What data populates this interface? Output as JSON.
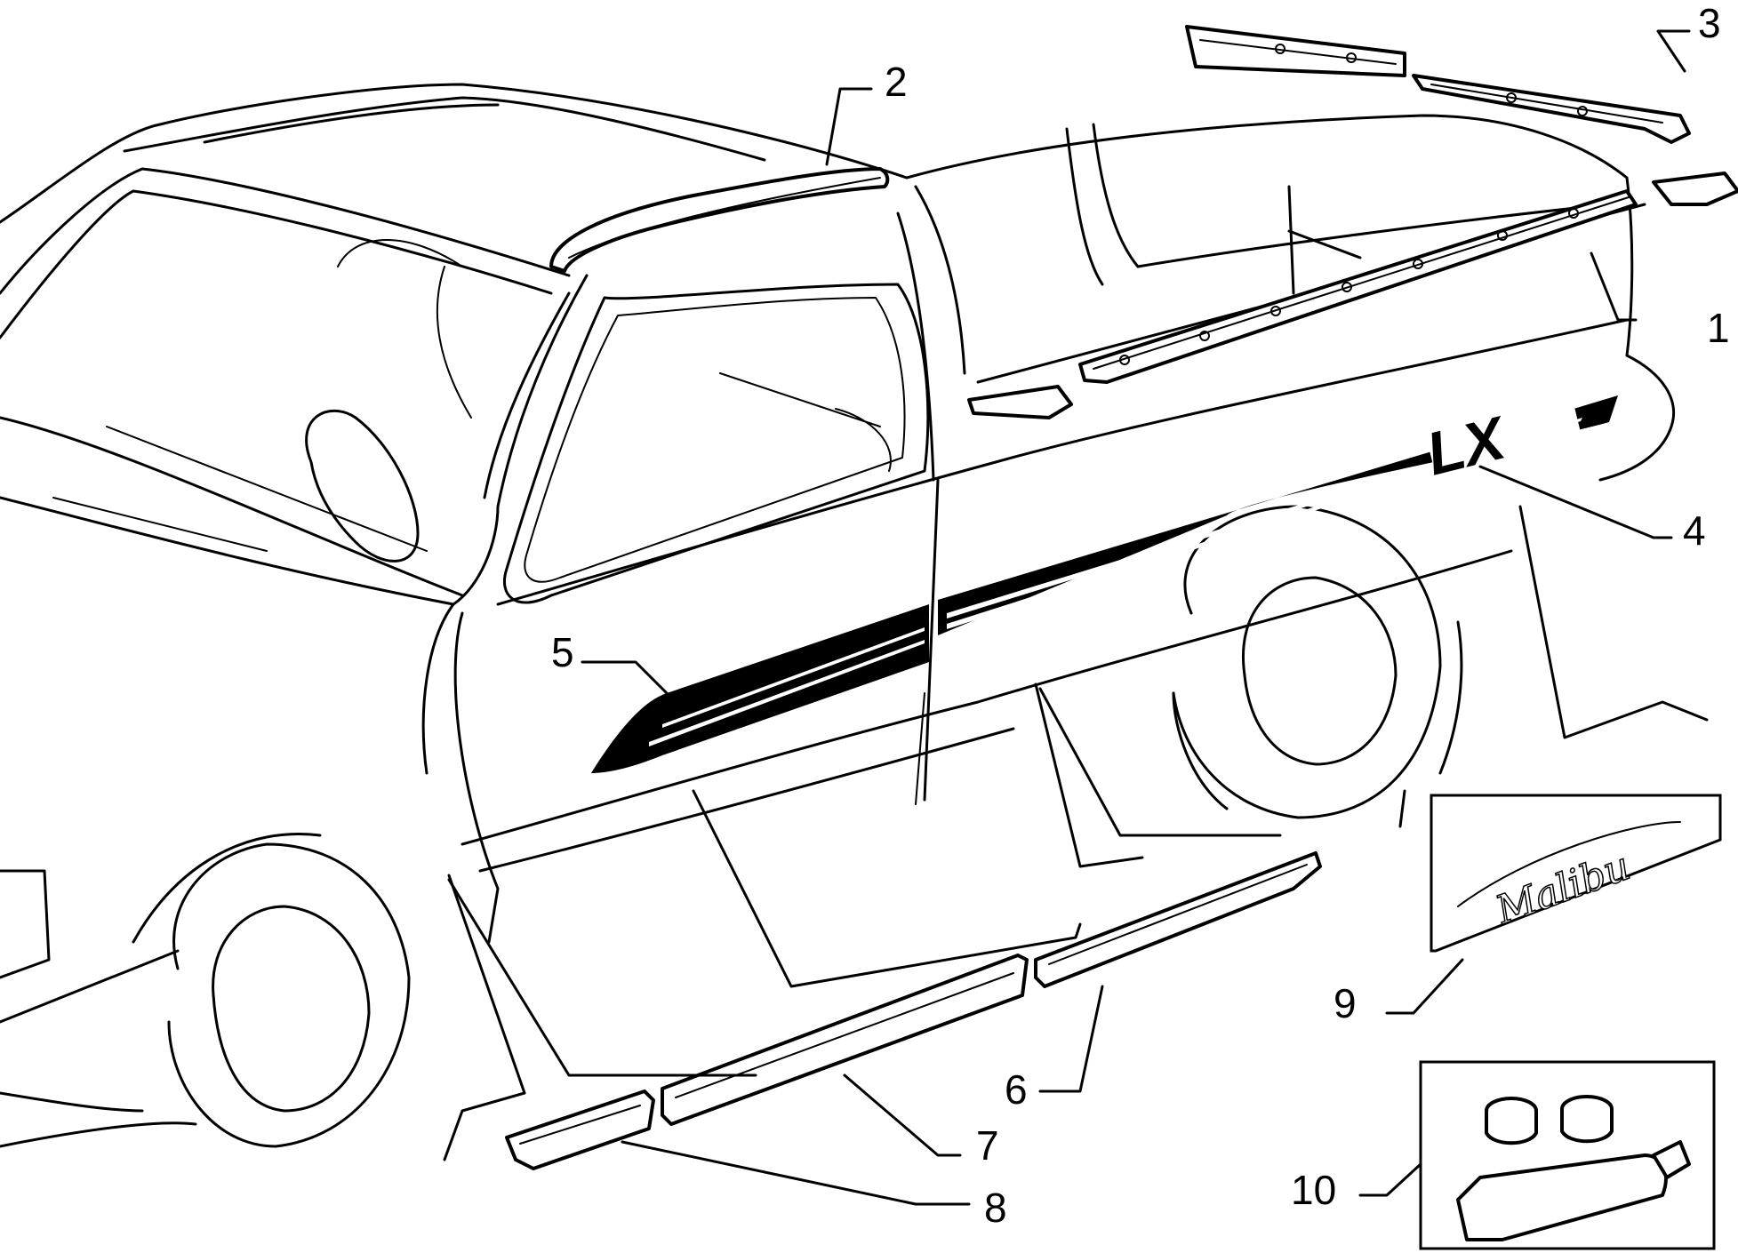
{
  "diagram": {
    "callouts": [
      {
        "id": "1",
        "label": "1"
      },
      {
        "id": "2",
        "label": "2"
      },
      {
        "id": "3",
        "label": "3"
      },
      {
        "id": "4",
        "label": "4"
      },
      {
        "id": "5",
        "label": "5"
      },
      {
        "id": "6",
        "label": "6"
      },
      {
        "id": "7",
        "label": "7"
      },
      {
        "id": "8",
        "label": "8"
      },
      {
        "id": "9",
        "label": "9"
      },
      {
        "id": "10",
        "label": "10"
      }
    ],
    "decals": {
      "lx_badge": "LX",
      "malibu_script": "Malibu"
    }
  }
}
